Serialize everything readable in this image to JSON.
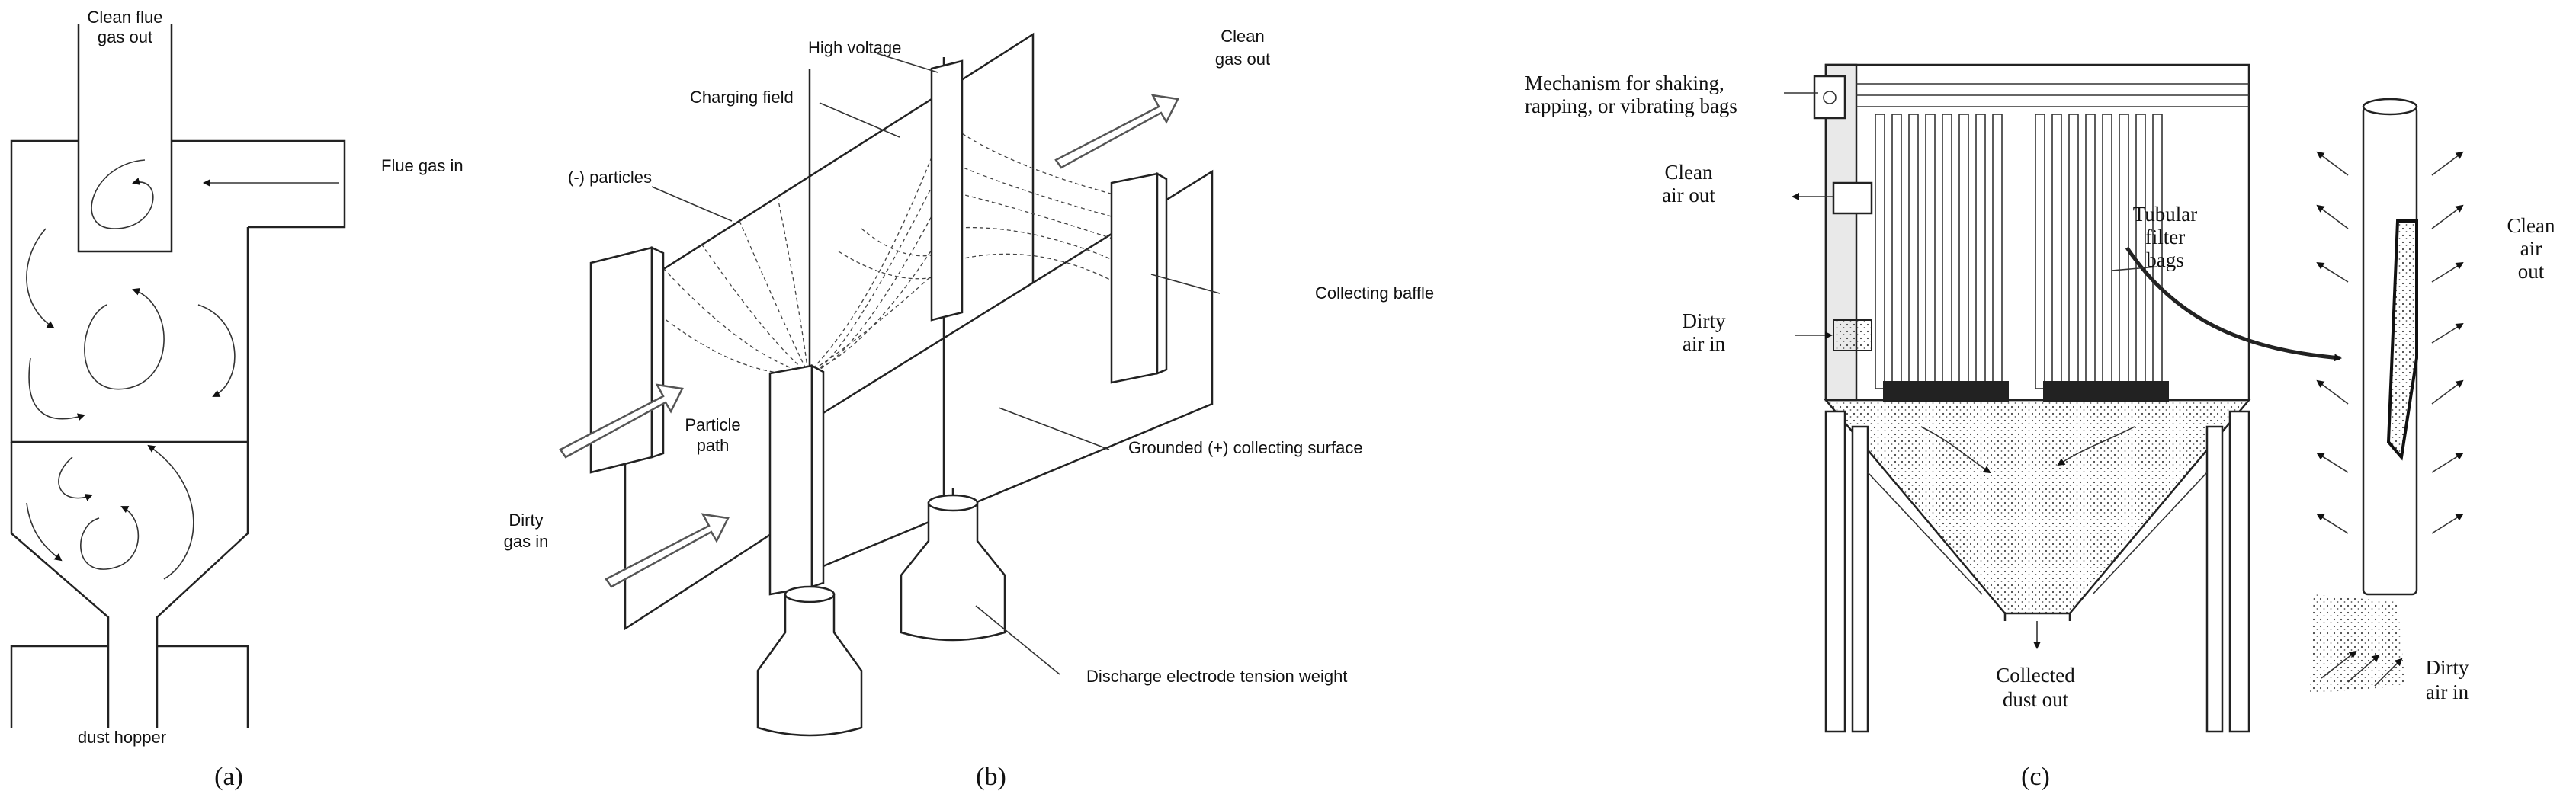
{
  "panel_a": {
    "caption": "(a)",
    "labels": {
      "clean_out_line1": "Clean flue",
      "clean_out_line2": "gas out",
      "flue_in": "Flue gas in",
      "hopper": "dust hopper"
    }
  },
  "panel_b": {
    "caption": "(b)",
    "labels": {
      "high_voltage": "High voltage",
      "charging_field": "Charging field",
      "particles": "(-) particles",
      "clean_out_line1": "Clean",
      "clean_out_line2": "gas out",
      "collecting_baffle": "Collecting baffle",
      "particle_path_line1": "Particle",
      "particle_path_line2": "path",
      "grounded_surface": "Grounded (+) collecting surface",
      "dirty_in_line1": "Dirty",
      "dirty_in_line2": "gas in",
      "tension_weight": "Discharge electrode tension weight"
    }
  },
  "panel_c": {
    "caption": "(c)",
    "labels": {
      "mechanism_line1": "Mechanism for shaking,",
      "mechanism_line2": "rapping, or vibrating bags",
      "clean_air_out_line1": "Clean",
      "clean_air_out_line2": "air out",
      "dirty_air_in_line1": "Dirty",
      "dirty_air_in_line2": "air in",
      "tubular_line1": "Tubular",
      "tubular_line2": "filter",
      "tubular_line3": "bags",
      "collected_line1": "Collected",
      "collected_line2": "dust out",
      "right_clean_line1": "Clean",
      "right_clean_line2": "air",
      "right_clean_line3": "out",
      "right_dirty_line1": "Dirty",
      "right_dirty_line2": "air in"
    }
  }
}
